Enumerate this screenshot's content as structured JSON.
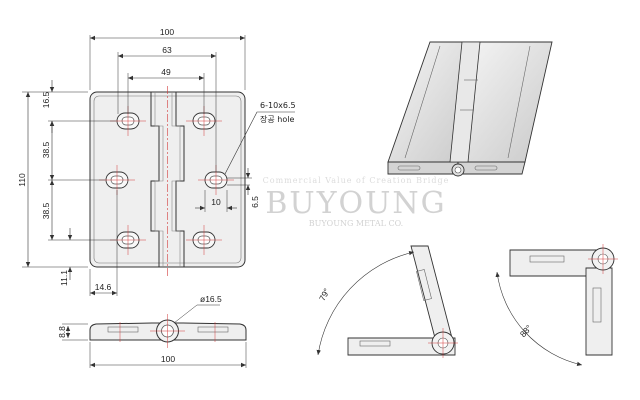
{
  "front_view": {
    "dim_overall_width": "100",
    "dim_hole_spacing_wide": "63",
    "dim_hole_spacing_narrow": "49",
    "dim_top_offset": "16.5",
    "dim_hole_pitch_upper": "38.5",
    "dim_hole_pitch_lower": "38.5",
    "dim_overall_height": "110",
    "dim_bottom_offset": "11.1",
    "dim_left_offset": "14.6",
    "dim_slot_spacing": "10",
    "dim_slot_offset": "6.5",
    "slot_callout_size": "6-10x6.5",
    "slot_callout_label": "장공 hole"
  },
  "bottom_view": {
    "dim_barrel_diameter": "ø16.5",
    "dim_thickness": "8.8",
    "dim_width": "100"
  },
  "open_views": {
    "angle_left": "79°",
    "angle_right": "88°"
  },
  "watermark": {
    "top_line": "Commercial Value of Creation Bridge",
    "brand": "BUYOUNG",
    "sub_line": "BUYOUNG METAL CO."
  },
  "colors": {
    "line": "#333333",
    "body_fill": "#eeeeee",
    "center_line": "#d23a3a",
    "watermark": "#d2d2d2"
  }
}
